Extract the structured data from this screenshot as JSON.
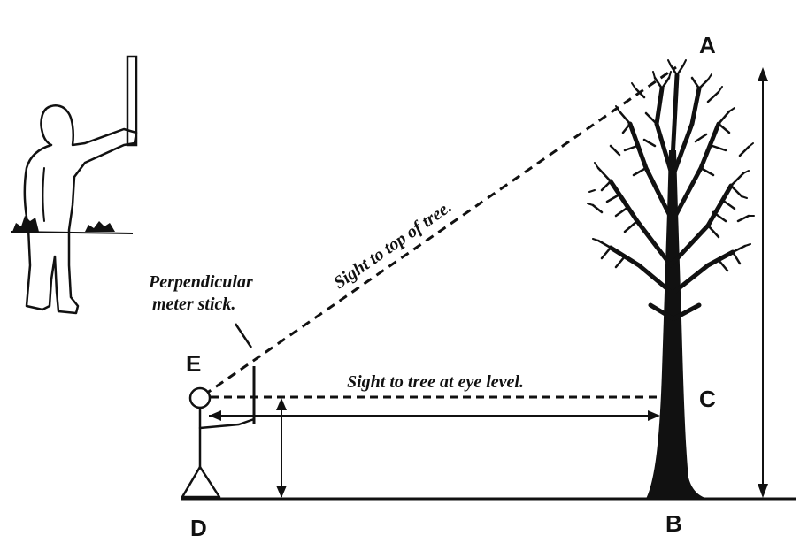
{
  "points": {
    "A": "A",
    "B": "B",
    "C": "C",
    "D": "D",
    "E": "E"
  },
  "annotations": {
    "sight_top": "Sight to top of tree.",
    "sight_eye": "Sight to tree at eye level.",
    "stick_line1": "Perpendicular",
    "stick_line2": "meter stick."
  },
  "colors": {
    "ink": "#111111",
    "background": "#ffffff"
  }
}
